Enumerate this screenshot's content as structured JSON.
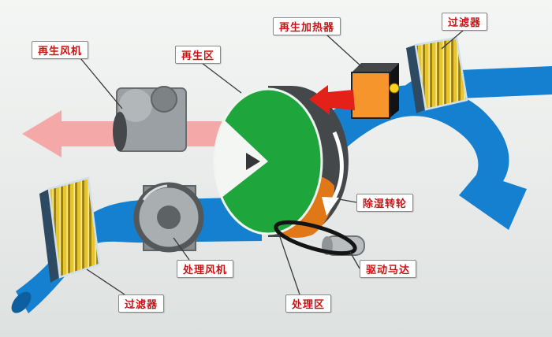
{
  "diagram": {
    "labels": {
      "regen_fan": "再生风机",
      "regen_zone": "再生区",
      "regen_heater": "再生加热器",
      "filter_top": "过滤器",
      "rotor": "除湿转轮",
      "motor": "驱动马达",
      "process_zone": "处理区",
      "process_fan": "处理风机",
      "filter_bottom": "过滤器"
    },
    "colors": {
      "process_air_blue": "#1580d0",
      "process_air_dark": "#0e5fa0",
      "regen_exhaust_pink": "#f4a8a8",
      "hot_air_red": "#e32119",
      "wheel_green": "#1ea53c",
      "heater_orange": "#f6952c",
      "filter_yellow": "#e6c52e",
      "label_text_red": "#c81414"
    }
  }
}
